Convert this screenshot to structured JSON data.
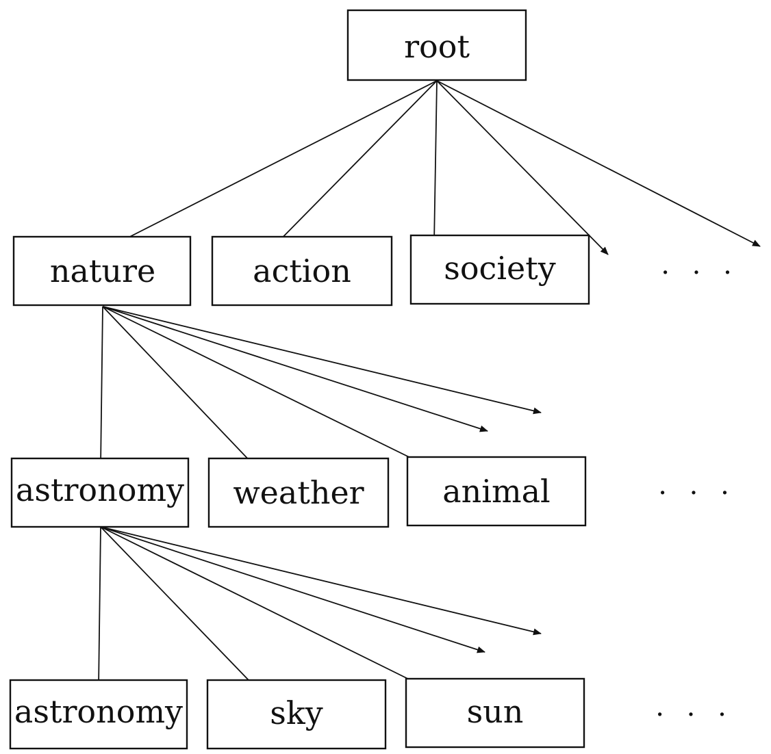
{
  "tree": {
    "root": {
      "label": "root"
    },
    "level1": {
      "nodes": [
        {
          "label": "nature"
        },
        {
          "label": "action"
        },
        {
          "label": "society"
        }
      ],
      "ellipsis": ". . ."
    },
    "level2": {
      "nodes": [
        {
          "label": "astronomy"
        },
        {
          "label": "weather"
        },
        {
          "label": "animal"
        }
      ],
      "ellipsis": ". . ."
    },
    "level3": {
      "nodes": [
        {
          "label": "astronomy"
        },
        {
          "label": "sky"
        },
        {
          "label": "sun"
        }
      ],
      "ellipsis": ". . ."
    }
  },
  "edges": [
    {
      "from": "root",
      "to": "nature"
    },
    {
      "from": "root",
      "to": "action"
    },
    {
      "from": "root",
      "to": "society"
    },
    {
      "from": "root",
      "to": "more"
    },
    {
      "from": "root",
      "to": "more"
    },
    {
      "from": "nature",
      "to": "astronomy"
    },
    {
      "from": "nature",
      "to": "weather"
    },
    {
      "from": "nature",
      "to": "animal"
    },
    {
      "from": "nature",
      "to": "more"
    },
    {
      "from": "nature",
      "to": "more"
    },
    {
      "from": "astronomy",
      "to": "astronomy"
    },
    {
      "from": "astronomy",
      "to": "sky"
    },
    {
      "from": "astronomy",
      "to": "sun"
    },
    {
      "from": "astronomy",
      "to": "more"
    },
    {
      "from": "astronomy",
      "to": "more"
    }
  ],
  "colors": {
    "line": "#111111",
    "background": "#ffffff"
  }
}
